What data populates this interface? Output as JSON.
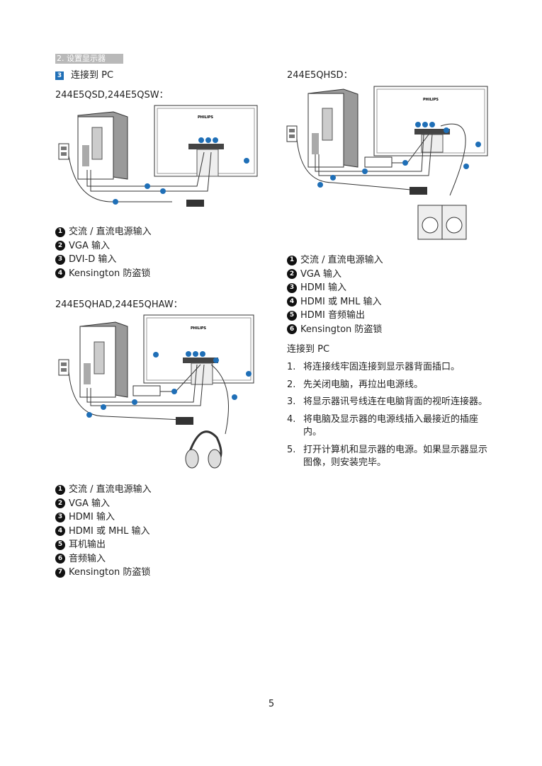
{
  "section": {
    "tab": "2. 设置显示器",
    "step_number": "3",
    "step_title": "连接到 PC"
  },
  "model_a": {
    "title": "244E5QSD,244E5QSW：",
    "items": [
      {
        "num": "1",
        "label": "交流 / 直流电源输入"
      },
      {
        "num": "2",
        "label": "VGA 输入"
      },
      {
        "num": "3",
        "label": "DVI-D 输入"
      },
      {
        "num": "4",
        "label": "Kensington 防盗锁"
      }
    ]
  },
  "model_b": {
    "title": "244E5QHAD,244E5QHAW：",
    "items": [
      {
        "num": "1",
        "label": "交流 / 直流电源输入"
      },
      {
        "num": "2",
        "label": "VGA 输入"
      },
      {
        "num": "3",
        "label": "HDMI 输入"
      },
      {
        "num": "4",
        "label": "HDMI 或 MHL 输入"
      },
      {
        "num": "5",
        "label": "耳机输出"
      },
      {
        "num": "6",
        "label": "音频输入"
      },
      {
        "num": "7",
        "label": "Kensington 防盗锁"
      }
    ]
  },
  "model_c": {
    "title": "244E5QHSD：",
    "items": [
      {
        "num": "1",
        "label": "交流 / 直流电源输入"
      },
      {
        "num": "2",
        "label": "VGA 输入"
      },
      {
        "num": "3",
        "label": "HDMI 输入"
      },
      {
        "num": "4",
        "label": "HDMI 或 MHL 输入"
      },
      {
        "num": "5",
        "label": "HDMI 音频输出"
      },
      {
        "num": "6",
        "label": "Kensington 防盗锁"
      }
    ]
  },
  "connect": {
    "title": "连接到 PC",
    "steps": [
      {
        "n": "1.",
        "text": "将连接线牢固连接到显示器背面插口。"
      },
      {
        "n": "2.",
        "text": "先关闭电脑，再拉出电源线。"
      },
      {
        "n": "3.",
        "text": "将显示器讯号线连在电脑背面的视听连接器。"
      },
      {
        "n": "4.",
        "text": "将电脑及显示器的电源线插入最接近的插座内。"
      },
      {
        "n": "5.",
        "text": "打开计算机和显示器的电源。如果显示器显示图像，则安装完毕。"
      }
    ]
  },
  "diagram_brand": "PHILIPS",
  "page_number": "5",
  "colors": {
    "accent": "#1f6fb7",
    "tab_bg": "#b9b9b9",
    "line": "#333333"
  }
}
